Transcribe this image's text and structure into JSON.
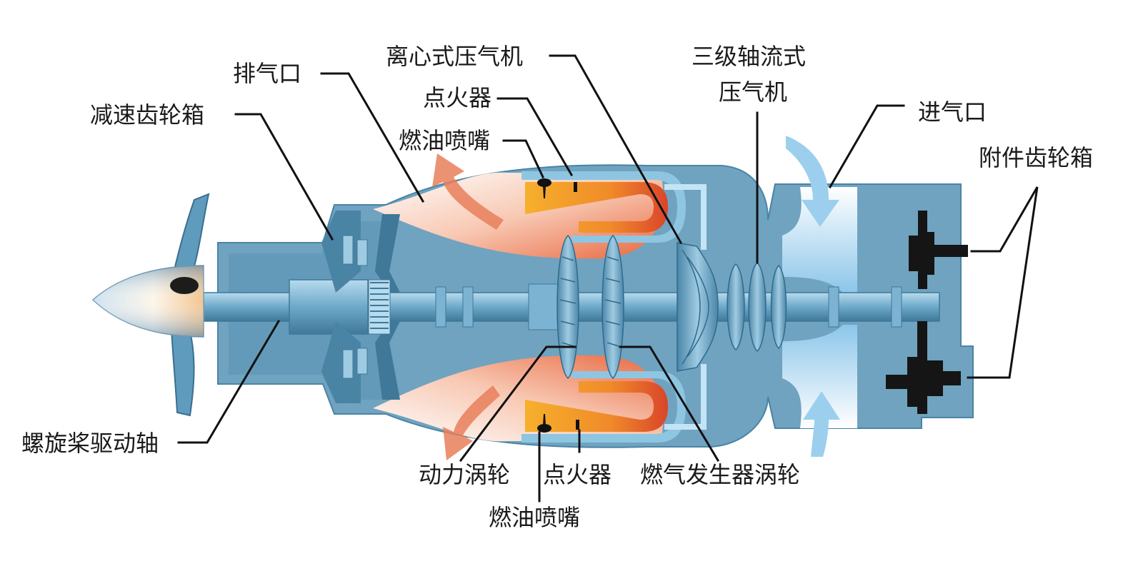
{
  "diagram": {
    "colors": {
      "casing": "#6fa3c0",
      "casing_dark": "#3f7898",
      "shaft": "#8fc0da",
      "combustor_hot": "#e2552c",
      "combustor_warm": "#f6a12a",
      "airflow": "#bfe0f3",
      "exhaust": "#f3a789",
      "gearbox": "#151515"
    },
    "labels": {
      "exhaust": "排气口",
      "reduction_gearbox": "减速齿轮箱",
      "centrifugal_compressor": "离心式压气机",
      "igniter_top": "点火器",
      "fuel_nozzle_top": "燃油喷嘴",
      "axial_compressor_line1": "三级轴流式",
      "axial_compressor_line2": "压气机",
      "intake": "进气口",
      "accessory_gearbox": "附件齿轮箱",
      "propeller_shaft": "螺旋桨驱动轴",
      "power_turbine": "动力涡轮",
      "igniter_bottom": "点火器",
      "gas_generator_turbine": "燃气发生器涡轮",
      "fuel_nozzle_bottom": "燃油喷嘴"
    }
  }
}
